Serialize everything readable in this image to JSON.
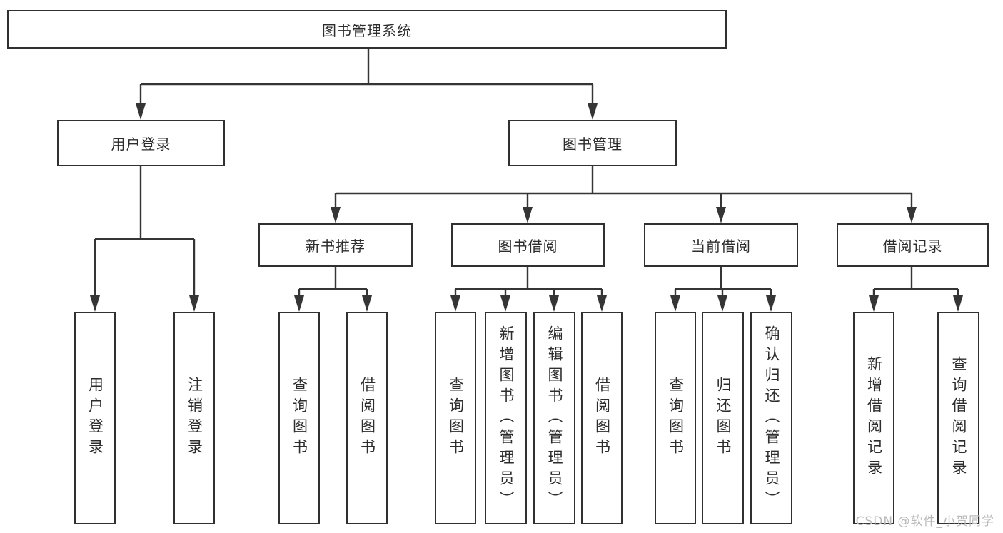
{
  "tree": {
    "root": {
      "label": "图书管理系统"
    },
    "branches": [
      {
        "label": "用户登录",
        "children": [
          {
            "label": "用户登录"
          },
          {
            "label": "注销登录"
          }
        ]
      },
      {
        "label": "图书管理",
        "groups": [
          {
            "label": "新书推荐",
            "children": [
              {
                "label": "查询图书"
              },
              {
                "label": "借阅图书"
              }
            ]
          },
          {
            "label": "图书借阅",
            "children": [
              {
                "label": "查询图书"
              },
              {
                "label": "新增图书（管理员）"
              },
              {
                "label": "编辑图书（管理员）"
              },
              {
                "label": "借阅图书"
              }
            ]
          },
          {
            "label": "当前借阅",
            "children": [
              {
                "label": "查询图书"
              },
              {
                "label": "归还图书"
              },
              {
                "label": "确认归还（管理员）"
              }
            ]
          },
          {
            "label": "借阅记录",
            "children": [
              {
                "label": "新增借阅记录"
              },
              {
                "label": "查询借阅记录"
              }
            ]
          }
        ]
      }
    ]
  },
  "watermark": {
    "text": "CSDN @软件_小贺同学"
  },
  "colors": {
    "line": "#353535",
    "box_border": "#303030",
    "text": "#2d2d2d",
    "watermark": "#b9b9b9",
    "background": "#ffffff"
  }
}
